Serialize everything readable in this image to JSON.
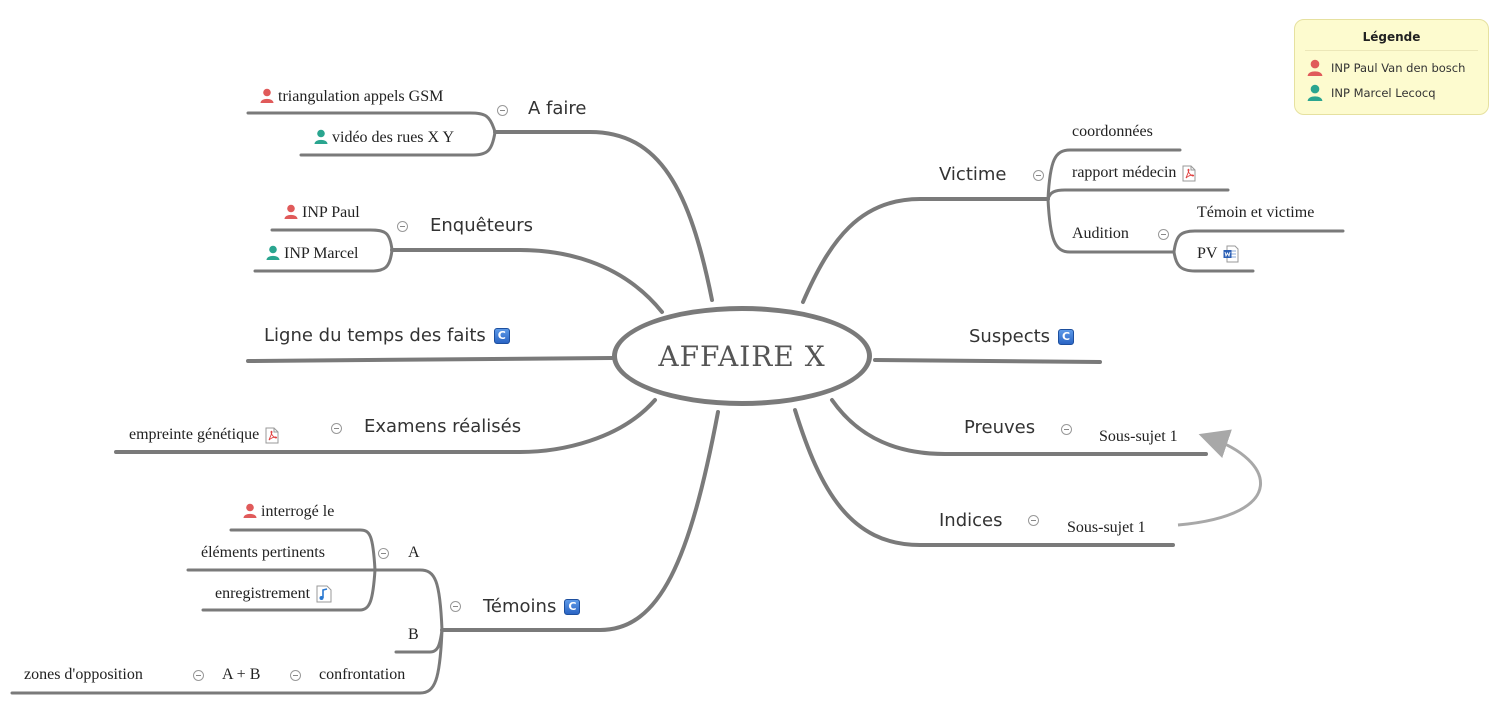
{
  "center": {
    "title": "AFFAIRE X"
  },
  "colors": {
    "red": "#e05a5a",
    "teal": "#2aa58f",
    "line": "#7a7a7a",
    "arrow": "#a8a8a8",
    "legend_bg": "#fdfbcf"
  },
  "legend": {
    "title": "Légende",
    "items": [
      {
        "label": "INP Paul Van den bosch",
        "icon": "person-red-icon"
      },
      {
        "label": "INP Marcel Lecocq",
        "icon": "person-teal-icon"
      }
    ]
  },
  "left": {
    "a_faire": {
      "label": "A faire",
      "children": [
        "triangulation appels GSM",
        "vidéo des rues X Y"
      ]
    },
    "enqueteurs": {
      "label": "Enquêteurs",
      "children": [
        "INP Paul",
        "INP Marcel"
      ]
    },
    "ligne_temps": {
      "label": "Ligne du temps des faits",
      "icon": "C"
    },
    "examens": {
      "label": "Examens réalisés",
      "children": [
        "empreinte génétique"
      ]
    },
    "temoins": {
      "label": "Témoins",
      "icon": "C",
      "a": {
        "label": "A",
        "children": [
          "interrogé le",
          "éléments pertinents",
          "enregistrement"
        ]
      },
      "b": {
        "label": "B"
      },
      "confrontation": {
        "label": "confrontation",
        "ab": "A + B",
        "zones": "zones d'opposition"
      }
    }
  },
  "right": {
    "victime": {
      "label": "Victime",
      "coordonnees": "coordonnées",
      "rapport": "rapport médecin",
      "audition": {
        "label": "Audition",
        "children": [
          "Témoin et victime",
          "PV"
        ]
      }
    },
    "suspects": {
      "label": "Suspects",
      "icon": "C"
    },
    "preuves": {
      "label": "Preuves",
      "child": "Sous-sujet 1"
    },
    "indices": {
      "label": "Indices",
      "child": "Sous-sujet 1"
    }
  }
}
